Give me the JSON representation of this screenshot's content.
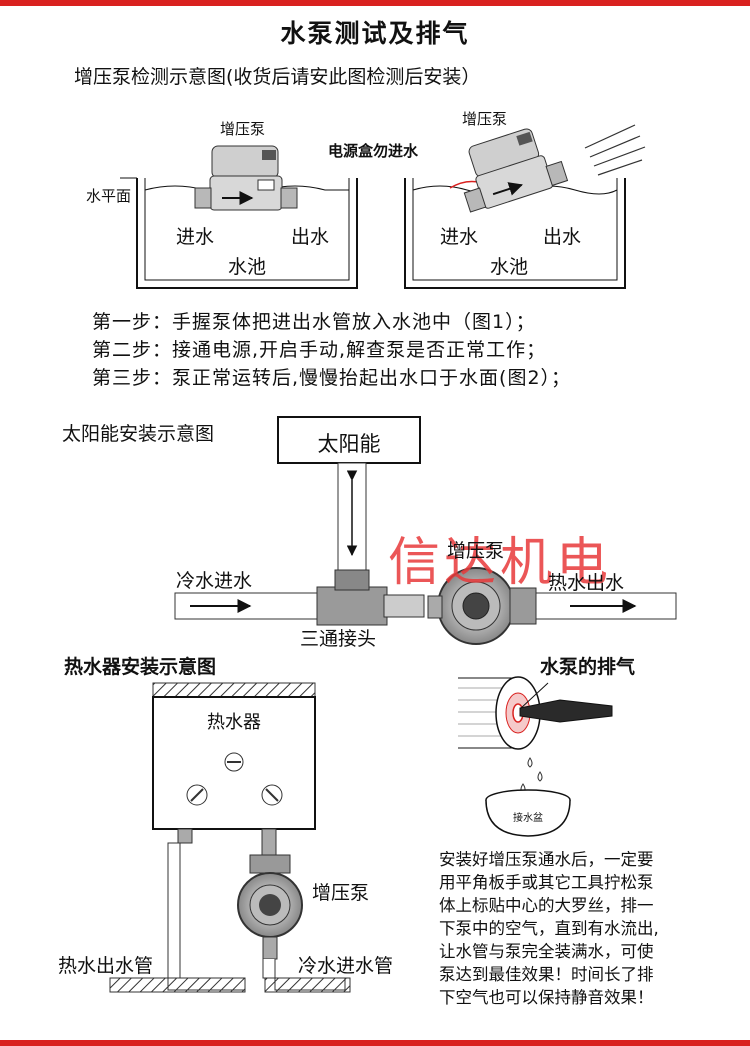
{
  "title": "水泵测试及排气",
  "check": {
    "heading": "增压泵检测示意图(收货后请安此图检测后安装）",
    "fig1": {
      "pump": "增压泵",
      "water_level": "水平面",
      "inlet": "进水",
      "outlet": "出水",
      "pool": "水池"
    },
    "fig2": {
      "pump": "增压泵",
      "inlet": "进水",
      "outlet": "出水",
      "pool": "水池"
    },
    "warning": "电源盒勿进水",
    "steps": [
      "第一步：手握泵体把进出水管放入水池中（图1）；",
      "第二步：接通电源,开启手动,解查泵是否正常工作；",
      "第三步：泵正常运转后,慢慢抬起出水口于水面(图2）；"
    ]
  },
  "solar": {
    "heading": "太阳能安装示意图",
    "box": "太阳能",
    "pump": "增压泵",
    "cold_in": "冷水进水",
    "hot_out": "热水出水",
    "tee": "三通接头",
    "watermark": "信达机电"
  },
  "heater": {
    "heading": "热水器安装示意图",
    "unit": "热水器",
    "pump": "增压泵",
    "hot_pipe": "热水出水管",
    "cold_pipe": "冷水进水管"
  },
  "bleed": {
    "heading": "水泵的排气",
    "basin": "接水盆",
    "instructions": [
      "安装好增压泵通水后，一定要",
      "用平角板手或其它工具拧松泵",
      "体上标贴中心的大罗丝，排一",
      "下泵中的空气，直到有水流出,",
      "让水管与泵完全装满水，可使",
      "泵达到最佳效果！时间长了排",
      "下空气也可以保持静音效果！"
    ]
  },
  "colors": {
    "accent": "#d9211f",
    "watermark": "#e8393a"
  }
}
